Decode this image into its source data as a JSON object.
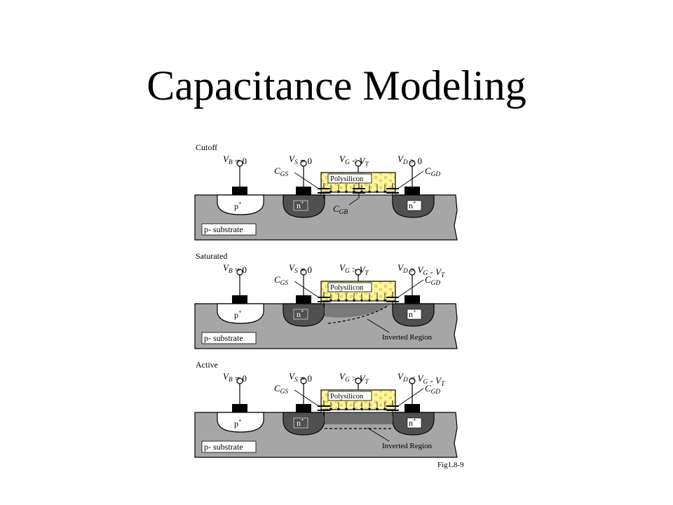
{
  "title": "Capacitance Modeling",
  "figure_id": "Fig1.8-9",
  "common": {
    "vb": "V_B = 0",
    "vs": "V_S = 0",
    "cgs": "C_GS",
    "cgd": "C_GD",
    "cgb": "C_GB",
    "poly": "Polysilicon",
    "pplus": "p+",
    "nplus": "n+",
    "substrate": "p- substrate",
    "inverted": "Inverted Region"
  },
  "panels": [
    {
      "name": "Cutoff",
      "vg": "V_G < V_T",
      "vd": "V_D > 0"
    },
    {
      "name": "Saturated",
      "vg": "V_G > V_T",
      "vd": "V_D > V_G - V_T"
    },
    {
      "name": "Active",
      "vg": "V_G > V_T",
      "vd": "V_D < V_G - V_T"
    }
  ]
}
